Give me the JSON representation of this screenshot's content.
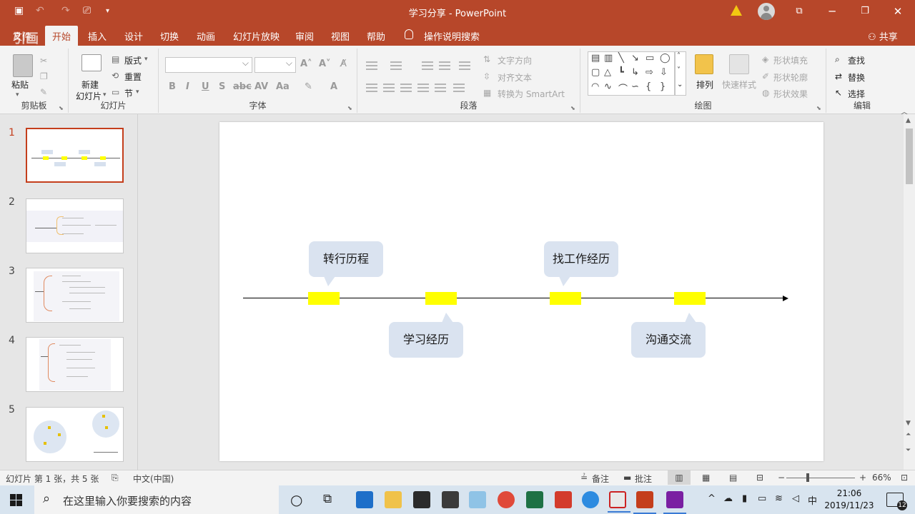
{
  "window": {
    "title": "学习分享  -  PowerPoint"
  },
  "tabs": {
    "file": "文件",
    "home": "开始",
    "insert": "插入",
    "design": "设计",
    "transitions": "切换",
    "animations": "动画",
    "slideshow": "幻灯片放映",
    "review": "审阅",
    "view": "视图",
    "help": "帮助",
    "tellme": "操作说明搜索",
    "share": "共享"
  },
  "ribbon": {
    "clipboard": {
      "label": "剪贴板",
      "paste": "粘贴"
    },
    "slides": {
      "label": "幻灯片",
      "new_slide_1": "新建",
      "new_slide_2": "幻灯片",
      "layout": "版式",
      "reset": "重置",
      "section": "节"
    },
    "font": {
      "label": "字体",
      "font_name": "",
      "font_size": ""
    },
    "paragraph": {
      "label": "段落",
      "text_direction": "文字方向",
      "align_text": "对齐文本",
      "smartart": "转换为 SmartArt"
    },
    "drawing": {
      "label": "绘图",
      "arrange": "排列",
      "quick_styles": "快速样式",
      "shape_fill": "形状填充",
      "shape_outline": "形状轮廓",
      "shape_effects": "形状效果"
    },
    "editing": {
      "label": "编辑",
      "find": "查找",
      "replace": "替换",
      "select": "选择"
    }
  },
  "thumbnails": [
    "1",
    "2",
    "3",
    "4",
    "5"
  ],
  "slide": {
    "callouts": [
      {
        "text": "转行历程"
      },
      {
        "text": "学习经历"
      },
      {
        "text": "找工作经历"
      },
      {
        "text": "沟通交流"
      }
    ]
  },
  "statusbar": {
    "slide_info": "幻灯片 第 1 张，共 5 张",
    "language": "中文(中国)",
    "notes": "备注",
    "comments": "批注",
    "zoom": "66%"
  },
  "taskbar": {
    "search_placeholder": "在这里输入你要搜索的内容",
    "time": "21:06",
    "date": "2019/11/23",
    "ime": "中",
    "notifications": "12"
  },
  "watermark": {
    "id_text": "284876"
  },
  "colors": {
    "accent": "#b7472a",
    "marker": "#ffff00",
    "callout": "#dae3f0"
  }
}
